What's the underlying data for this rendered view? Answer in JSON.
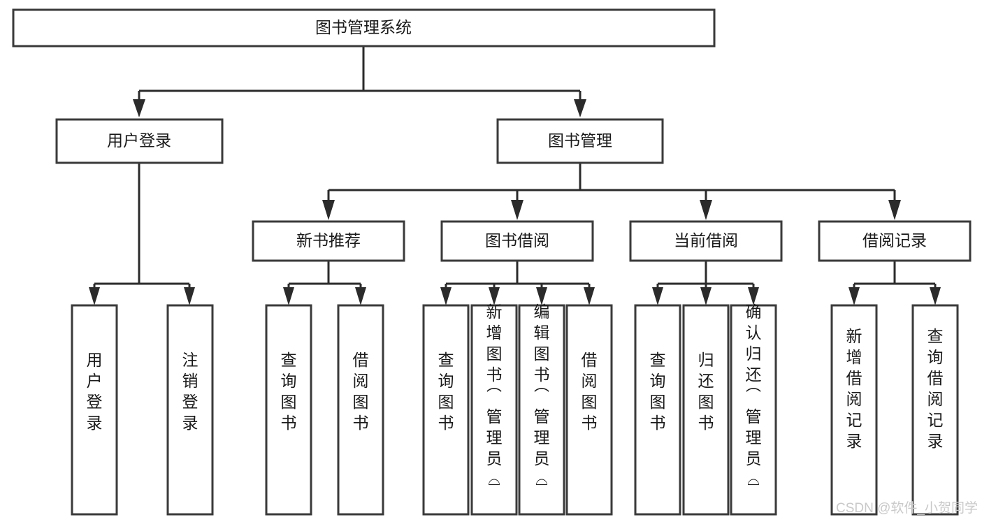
{
  "diagram": {
    "title": "图书管理系统",
    "type": "tree-hierarchy-diagram",
    "root": {
      "label": "图书管理系统"
    },
    "level2": [
      {
        "label": "用户登录"
      },
      {
        "label": "图书管理"
      }
    ],
    "level3": [
      {
        "label": "新书推荐"
      },
      {
        "label": "图书借阅"
      },
      {
        "label": "当前借阅"
      },
      {
        "label": "借阅记录"
      }
    ],
    "leaves": {
      "user_login": [
        {
          "label": "用户登录"
        },
        {
          "label": "注销登录"
        }
      ],
      "new_book_recommend": [
        {
          "label": "查询图书"
        },
        {
          "label": "借阅图书"
        }
      ],
      "book_borrow": [
        {
          "label": "查询图书"
        },
        {
          "label": "新增图书（管理员）"
        },
        {
          "label": "编辑图书（管理员）"
        },
        {
          "label": "借阅图书"
        }
      ],
      "current_borrow": [
        {
          "label": "查询图书"
        },
        {
          "label": "归还图书"
        },
        {
          "label": "确认归还（管理员）"
        }
      ],
      "borrow_records": [
        {
          "label": "新增借阅记录"
        },
        {
          "label": "查询借阅记录"
        }
      ]
    }
  },
  "watermark": {
    "text": "CSDN @软件_小贺同学"
  },
  "colors": {
    "box_border": "#3a3a3a",
    "connector": "#2b2b2b",
    "text": "#1a1a1a",
    "background": "#ffffff",
    "watermark": "#c9c9c9"
  }
}
